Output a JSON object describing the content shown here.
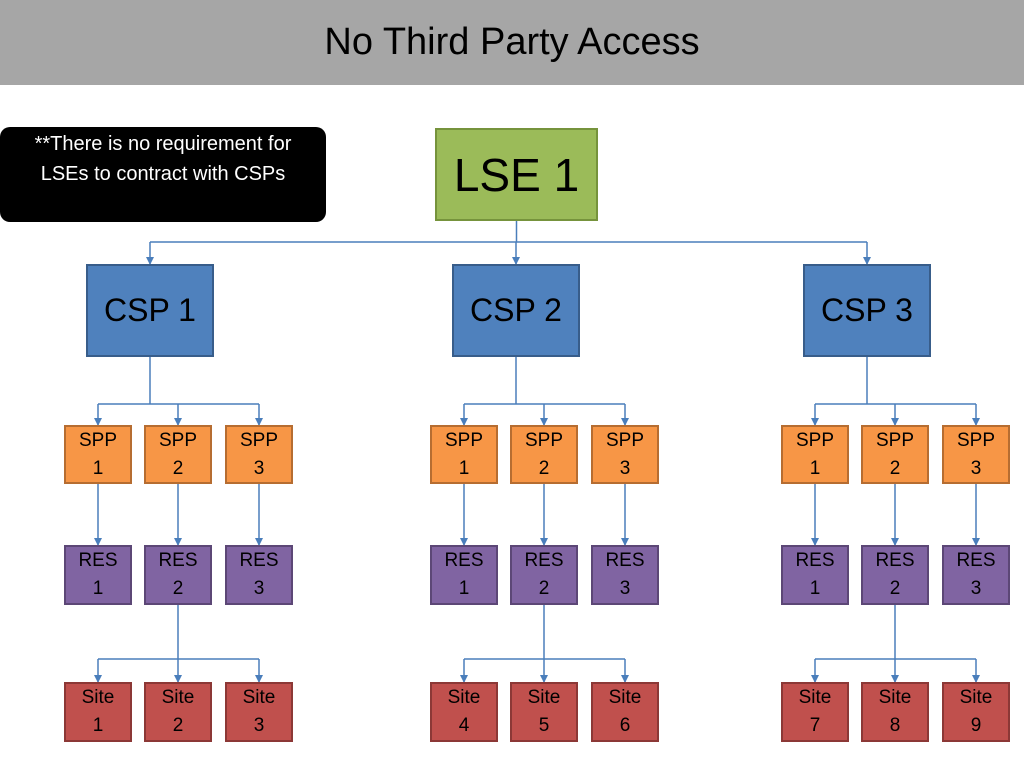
{
  "title": "No Third Party Access",
  "note": "**There is no requirement for LSEs to contract with CSPs",
  "lse": {
    "label": "LSE 1"
  },
  "csps": [
    {
      "label": "CSP 1",
      "spps": [
        {
          "l1": "SPP",
          "l2": "1"
        },
        {
          "l1": "SPP",
          "l2": "2"
        },
        {
          "l1": "SPP",
          "l2": "3"
        }
      ],
      "res": [
        {
          "l1": "RES",
          "l2": "1"
        },
        {
          "l1": "RES",
          "l2": "2"
        },
        {
          "l1": "RES",
          "l2": "3"
        }
      ],
      "sites": [
        {
          "l1": "Site",
          "l2": "1"
        },
        {
          "l1": "Site",
          "l2": "2"
        },
        {
          "l1": "Site",
          "l2": "3"
        }
      ]
    },
    {
      "label": "CSP 2",
      "spps": [
        {
          "l1": "SPP",
          "l2": "1"
        },
        {
          "l1": "SPP",
          "l2": "2"
        },
        {
          "l1": "SPP",
          "l2": "3"
        }
      ],
      "res": [
        {
          "l1": "RES",
          "l2": "1"
        },
        {
          "l1": "RES",
          "l2": "2"
        },
        {
          "l1": "RES",
          "l2": "3"
        }
      ],
      "sites": [
        {
          "l1": "Site",
          "l2": "4"
        },
        {
          "l1": "Site",
          "l2": "5"
        },
        {
          "l1": "Site",
          "l2": "6"
        }
      ]
    },
    {
      "label": "CSP 3",
      "spps": [
        {
          "l1": "SPP",
          "l2": "1"
        },
        {
          "l1": "SPP",
          "l2": "2"
        },
        {
          "l1": "SPP",
          "l2": "3"
        }
      ],
      "res": [
        {
          "l1": "RES",
          "l2": "1"
        },
        {
          "l1": "RES",
          "l2": "2"
        },
        {
          "l1": "RES",
          "l2": "3"
        }
      ],
      "sites": [
        {
          "l1": "Site",
          "l2": "7"
        },
        {
          "l1": "Site",
          "l2": "8"
        },
        {
          "l1": "Site",
          "l2": "9"
        }
      ]
    }
  ],
  "colors": {
    "lse": "#9bbb59",
    "csp": "#4f81bd",
    "spp": "#f79646",
    "res": "#8064a2",
    "site": "#c0504d",
    "connector": "#4a7ebb"
  }
}
